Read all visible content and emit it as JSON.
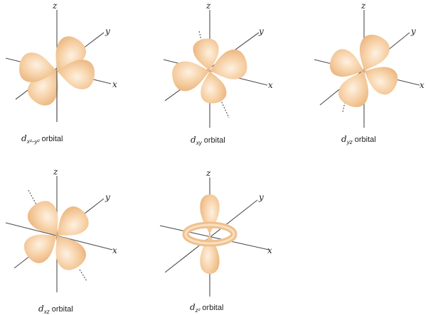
{
  "colors": {
    "lobe_light": "#fbe6cf",
    "lobe_mid": "#f6cfa3",
    "lobe_dark": "#eab27a",
    "axis": "#4d4d4d"
  },
  "axis_labels": {
    "x": "x",
    "y": "y",
    "z": "z"
  },
  "orbitals": [
    {
      "letter": "d",
      "subscript": "x²–y²",
      "word": "orbital"
    },
    {
      "letter": "d",
      "subscript": "xy",
      "word": "orbital"
    },
    {
      "letter": "d",
      "subscript": "yz",
      "word": "orbital"
    },
    {
      "letter": "d",
      "subscript": "xz",
      "word": "orbital"
    },
    {
      "letter": "d",
      "subscript": "z²",
      "word": "orbital"
    }
  ]
}
